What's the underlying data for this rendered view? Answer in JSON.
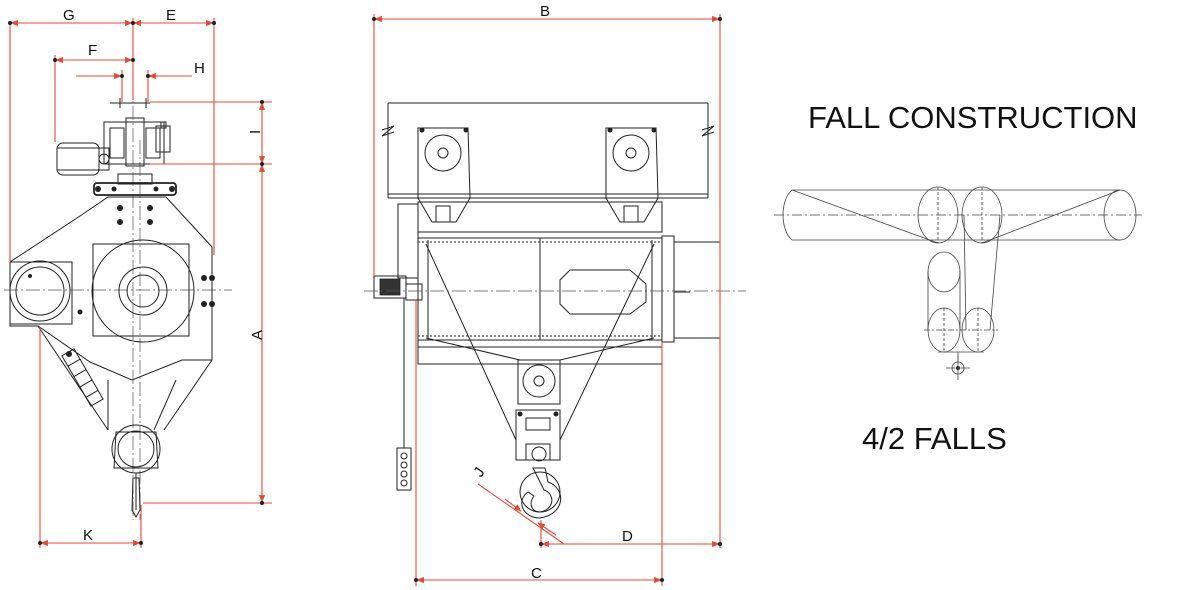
{
  "dimension_labels": {
    "A": "A",
    "B": "B",
    "C": "C",
    "D": "D",
    "E": "E",
    "F": "F",
    "G": "G",
    "H": "H",
    "I": "I",
    "J": "J",
    "K": "K"
  },
  "fall_diagram": {
    "title": "FALL CONSTRUCTION",
    "caption": "4/2 FALLS"
  },
  "colors": {
    "dimension_line": "#e04b3a",
    "drawing_line": "#222222"
  }
}
